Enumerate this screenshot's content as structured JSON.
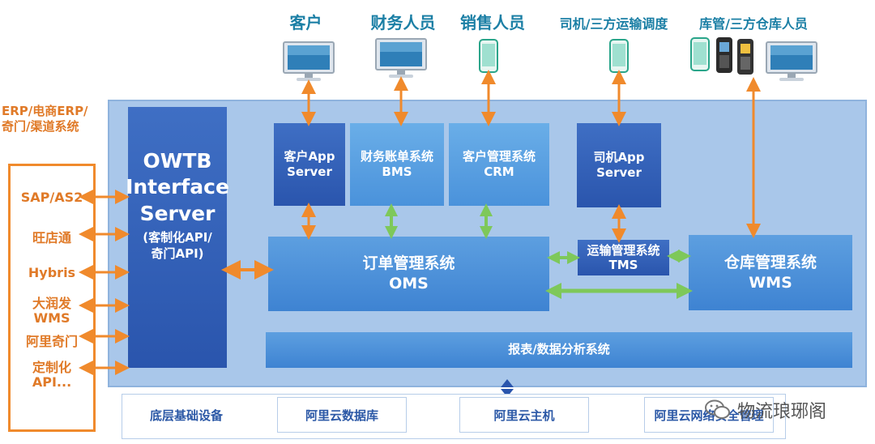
{
  "roles": {
    "customer": "客户",
    "finance": "财务人员",
    "sales": "销售人员",
    "driver": "司机/三方运输调度",
    "warehouse": "库管/三方仓库人员"
  },
  "external": {
    "erp": "ERP/电商ERP/\n奇门/渠道系统",
    "systems": [
      "SAP/AS2",
      "旺店通",
      "Hybris",
      "大润发\nWMS",
      "阿里奇门",
      "定制化\nAPI..."
    ]
  },
  "owtb": {
    "title": "OWTB\nInterface\nServer",
    "subtitle": "(客制化API/\n奇门API)"
  },
  "modules": {
    "customer_app": "客户App\nServer",
    "bms": "财务账单系统\nBMS",
    "crm": "客户管理系统\nCRM",
    "driver_app": "司机App\nServer",
    "oms": "订单管理系统\nOMS",
    "tms": "运输管理系统\nTMS",
    "wms": "仓库管理系统\nWMS",
    "report": "报表/数据分析系统"
  },
  "infrastructure": {
    "base": "底层基础设备",
    "db": "阿里云数据库",
    "host": "阿里云主机",
    "security": "阿里云网络安全管理"
  },
  "watermark": "物流琅琊阁",
  "colors": {
    "accent_orange": "#f08a2c",
    "arrow_green": "#7ec85a",
    "role_teal": "#1b7fa5",
    "dark_blue": "#2f5fb8",
    "panel_blue": "#a9c7ea"
  }
}
